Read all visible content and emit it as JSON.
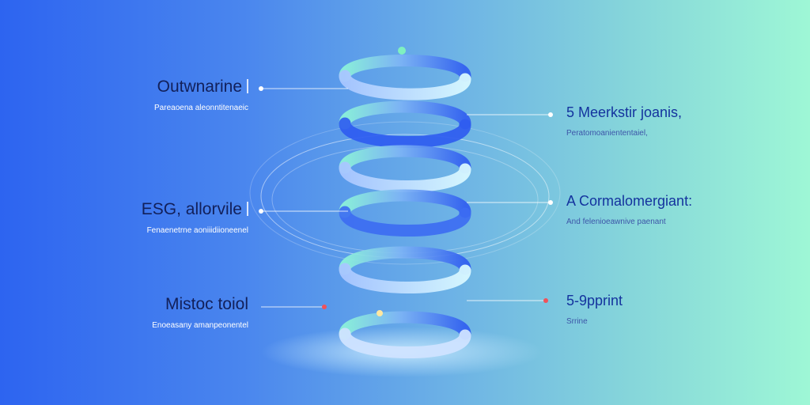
{
  "labels": {
    "left": [
      {
        "title": "Outwnarine",
        "subtitle": "Pareaoena aleonntitenaeic"
      },
      {
        "title": "ESG, allorvile",
        "subtitle": "Fenaenetrne aoniiidiioneenel"
      },
      {
        "title": "Mistoc toiol",
        "subtitle": "Enoeasany amanpeonentel"
      }
    ],
    "right": [
      {
        "title": "5 Meerkstir joanis,",
        "subtitle": "Peratomoaniententaiel,"
      },
      {
        "title": "A Cormalomergiant:",
        "subtitle": "And felenioeawnive paenant"
      },
      {
        "title": "5-9pprint",
        "subtitle": "Srrine"
      }
    ]
  },
  "colors": {
    "helix_blue": "#2f5cf0",
    "helix_mint": "#8ef5d8",
    "connector_dot_white": "#ffffff",
    "connector_dot_red": "#f0525a"
  }
}
